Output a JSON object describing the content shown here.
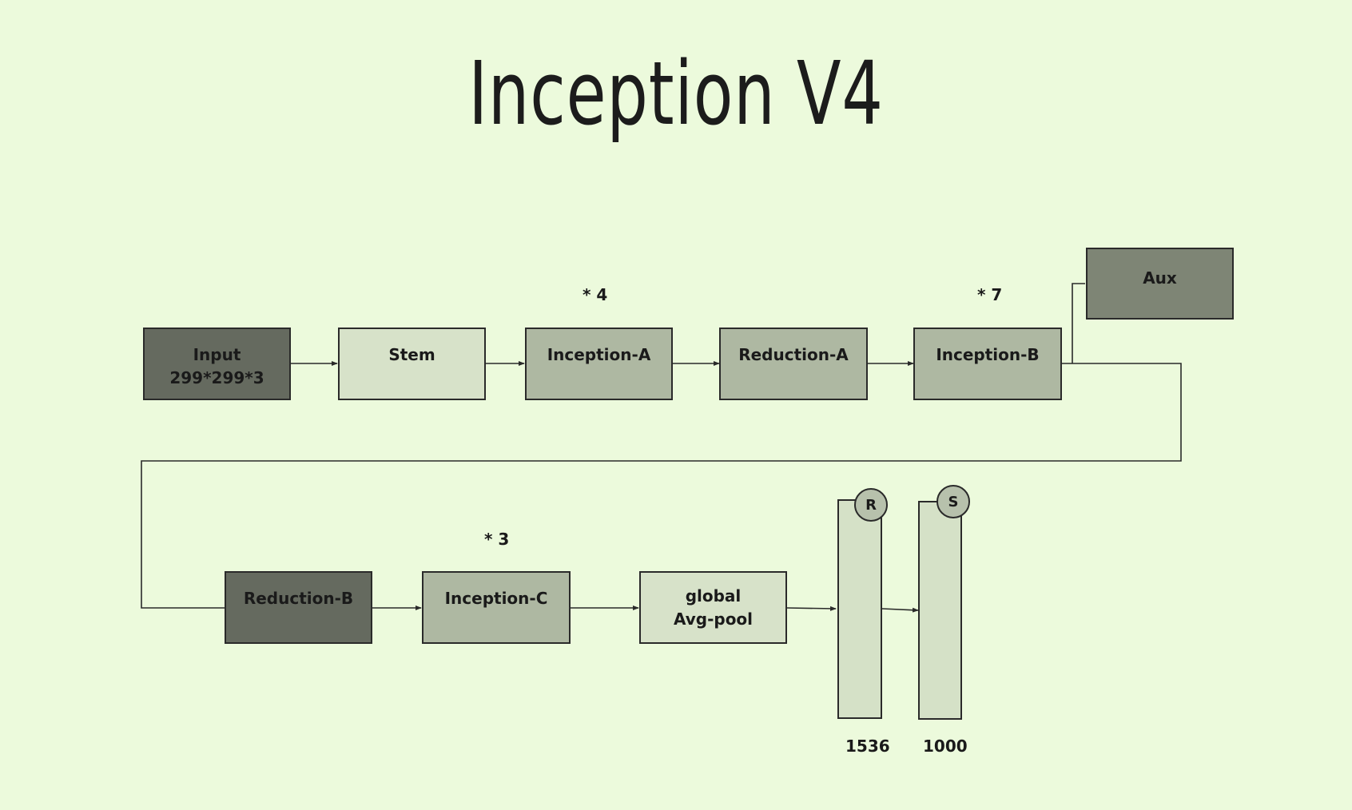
{
  "title": "Inception V4",
  "blocks": {
    "input": [
      "Input",
      "299*299*3"
    ],
    "stem": "Stem",
    "inception_a": "Inception-A",
    "reduction_a": "Reduction-A",
    "inception_b": "Inception-B",
    "aux": "Aux",
    "reduction_b": "Reduction-B",
    "inception_c": "Inception-C",
    "global_avg_pool": [
      "global",
      "Avg-pool"
    ]
  },
  "repeats": {
    "inception_a": "* 4",
    "inception_b": "* 7",
    "inception_c": "* 3"
  },
  "dense_layers": [
    {
      "size": "1536",
      "activation": "R"
    },
    {
      "size": "1000",
      "activation": "S"
    }
  ],
  "colors": {
    "background": "#ecfadc",
    "dark_block": "#656a5f",
    "mid_block": "#aeb8a2",
    "light_block": "#d7e2c9",
    "line": "#2a2a2a"
  }
}
